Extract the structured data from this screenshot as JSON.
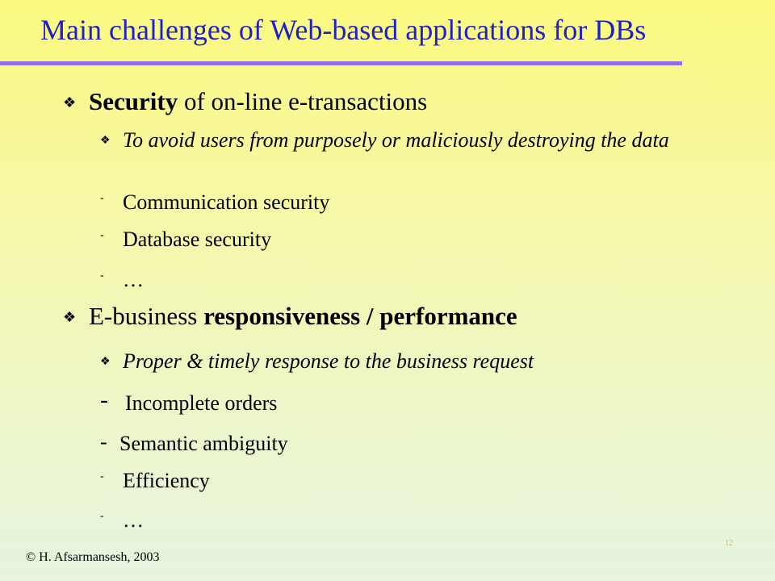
{
  "slide": {
    "title": "Main challenges of Web-based applications for DBs",
    "bullet_glyph": "❖",
    "dash_glyph": "-",
    "sections": [
      {
        "heading": {
          "bold": "Security",
          "rest": " of on-line e-transactions"
        },
        "sub_bullet": "To avoid users from purposely or maliciously destroying the data",
        "items": [
          "Communication security",
          "Database security",
          "…"
        ]
      },
      {
        "heading": {
          "plain": "E-business ",
          "bold": "responsiveness / performance"
        },
        "sub_bullet": "Proper & timely response to the business request",
        "items": [
          "Incomplete orders",
          "Semantic ambiguity",
          "Efficiency",
          "…"
        ]
      }
    ],
    "footer": "© H. Afsarmansesh, 2003",
    "page_number": "12"
  }
}
